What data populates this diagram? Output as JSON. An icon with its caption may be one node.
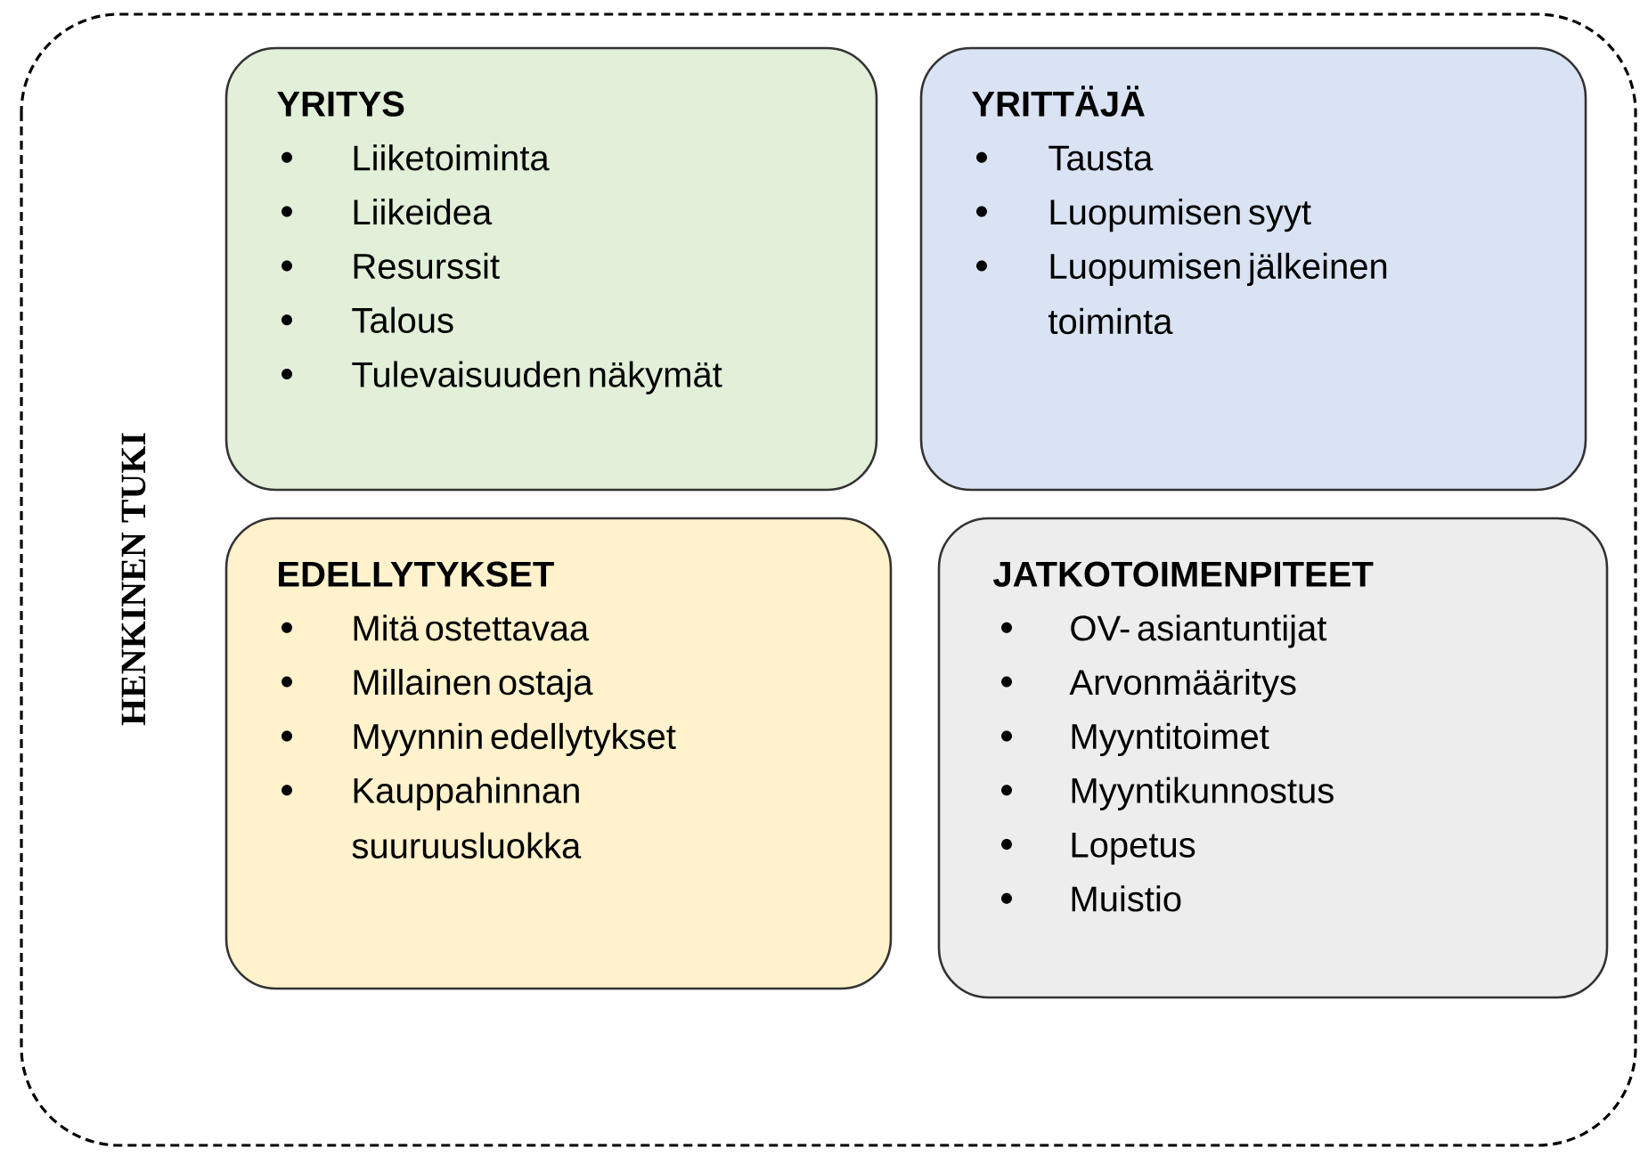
{
  "diagram": {
    "nodes": [
      {
        "text": [
          "HENKINEN TUKI"
        ]
      },
      {
        "text": [
          "YRITYS",
          "Liiketoiminta",
          "Liikeidea",
          "Resurssit",
          "Talous",
          "Tulevaisuuden näkymät"
        ],
        "in": 0
      },
      {
        "text": [
          "YRITTÄJÄ",
          "Tausta",
          "Luopumisen syyt",
          "Luopumisen jälkeinen toiminta"
        ],
        "in": 0
      },
      {
        "text": [
          "EDELLYTYKSET",
          "Mitä ostettavaa",
          "Millainen ostaja",
          "Myynnin edellytykset",
          "Kauppahinnan suuruusluokka"
        ],
        "in": 0
      },
      {
        "text": [
          "JATKOTOIMENPITEET",
          "OV- asiantuntijat",
          "Arvonmääritys",
          "Myyntitoimet",
          "Myyntikunnostus",
          "Lopetus",
          "Muistio"
        ],
        "in": 0
      }
    ]
  }
}
